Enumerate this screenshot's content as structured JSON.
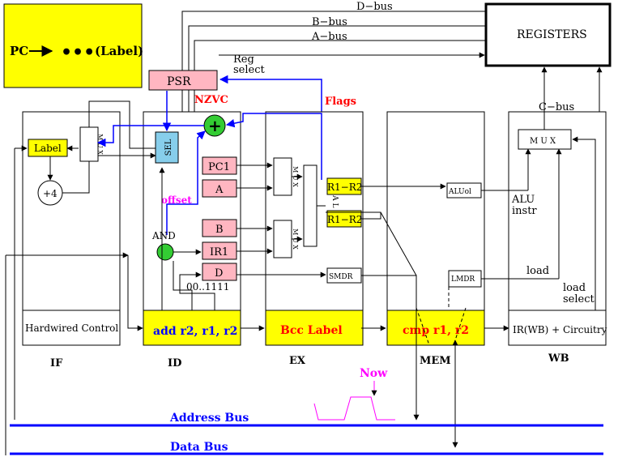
{
  "legend": {
    "pc": "PC",
    "dots": "•••",
    "label": "(Label)"
  },
  "buses": {
    "d": "D−bus",
    "b": "B−bus",
    "a": "A−bus",
    "c": "C−bus",
    "address": "Address Bus",
    "data": "Data Bus"
  },
  "registers": "REGISTERS",
  "reg_select": {
    "line1": "Reg",
    "line2": "select"
  },
  "psr": "PSR",
  "nzvc": "NZVC",
  "flags": "Flags",
  "stages": {
    "if": "IF",
    "id": "ID",
    "ex": "EX",
    "mem": "MEM",
    "wb": "WB"
  },
  "if_stage": {
    "label_box": "Label",
    "mux": "M U X",
    "plus4": "+4",
    "control": "Hardwired Control"
  },
  "id_stage": {
    "sel": "SEL",
    "plus": "+",
    "pc1": "PC1",
    "a": "A",
    "b": "B",
    "ir1": "IR1",
    "d": "D",
    "offset": "offset",
    "and": "AND",
    "const": "00..1111",
    "instr": "add  r2, r1, r2"
  },
  "ex_stage": {
    "mux": "M U X",
    "alu": "A L U",
    "r1r2_top": "R1−R2",
    "r1r2_bottom": "R1−R2",
    "smdr": "SMDR",
    "instr": "Bcc Label"
  },
  "mem_stage": {
    "aluol": "ALUol",
    "lmdr": "LMDR",
    "instr": "cmp r1, r2"
  },
  "wb_stage": {
    "mux": "M U X",
    "alu_instr_1": "ALU",
    "alu_instr_2": "instr",
    "load": "load",
    "load_select_1": "load",
    "load_select_2": "select",
    "control": "IR(WB) + Circuitry"
  },
  "now": "Now",
  "colors": {
    "yellow": "#ffff00",
    "pink": "#ffb6c1",
    "lightblue": "#87ceeb",
    "green": "#33cc33",
    "blue": "#0000ff",
    "red": "#ff0000",
    "magenta": "#ff00ff"
  }
}
